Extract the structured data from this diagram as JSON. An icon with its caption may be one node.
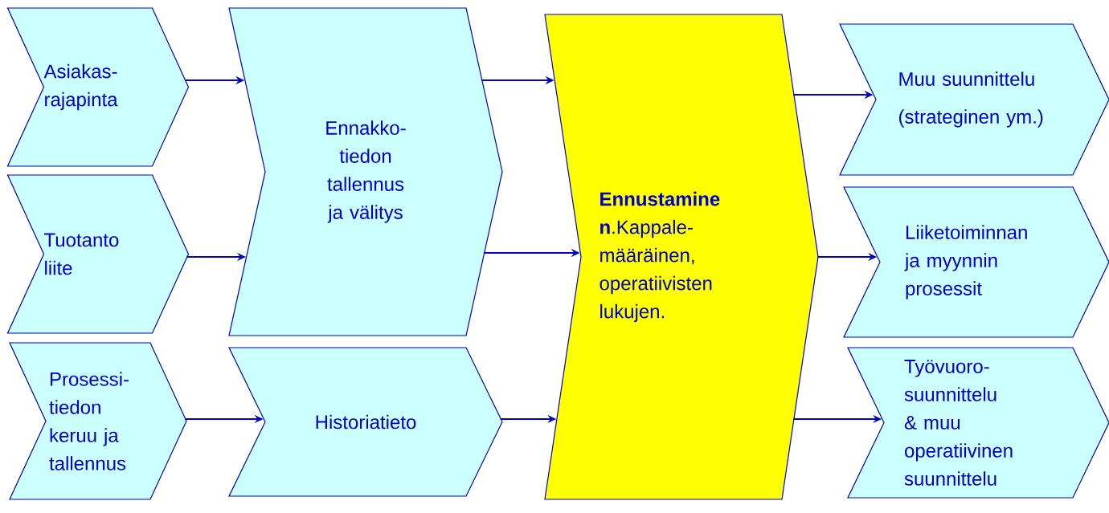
{
  "diagram": {
    "nodes": [
      {
        "text": [
          "Asiakas- rajapinta"
        ]
      },
      {
        "text": [
          "Tuotanto liite"
        ]
      },
      {
        "text": [
          "Prosessi- tiedon keruu ja tallennus"
        ]
      },
      {
        "text": [
          "Ennakko- tiedon tallennus ja välitys"
        ]
      },
      {
        "text": [
          "Historiatieto"
        ]
      },
      {
        "text": [
          "**Ennustamine n**.Kappale- määräinen, operatiivisten lukujen."
        ]
      },
      {
        "text": [
          "Muu suunnittelu",
          "(strateginen ym.)"
        ]
      },
      {
        "text": [
          "Liiketoiminnan ja myynnin prosessit"
        ]
      },
      {
        "text": [
          "Työvuoro- suunnittelu & muu operatiivinen suunnittelu"
        ]
      }
    ],
    "edges": [
      {
        "from": 0,
        "to": 3,
        "arrow": "to"
      },
      {
        "from": 1,
        "to": 3,
        "arrow": "to"
      },
      {
        "from": 2,
        "to": 4,
        "arrow": "to"
      },
      {
        "from": 3,
        "to": 5,
        "arrow": "to"
      },
      {
        "from": 3,
        "to": 5,
        "arrow": "to"
      },
      {
        "from": 4,
        "to": 5,
        "arrow": "to"
      },
      {
        "from": 5,
        "to": 6,
        "arrow": "to"
      },
      {
        "from": 5,
        "to": 7,
        "arrow": "to"
      },
      {
        "from": 5,
        "to": 8,
        "arrow": "to"
      }
    ]
  }
}
